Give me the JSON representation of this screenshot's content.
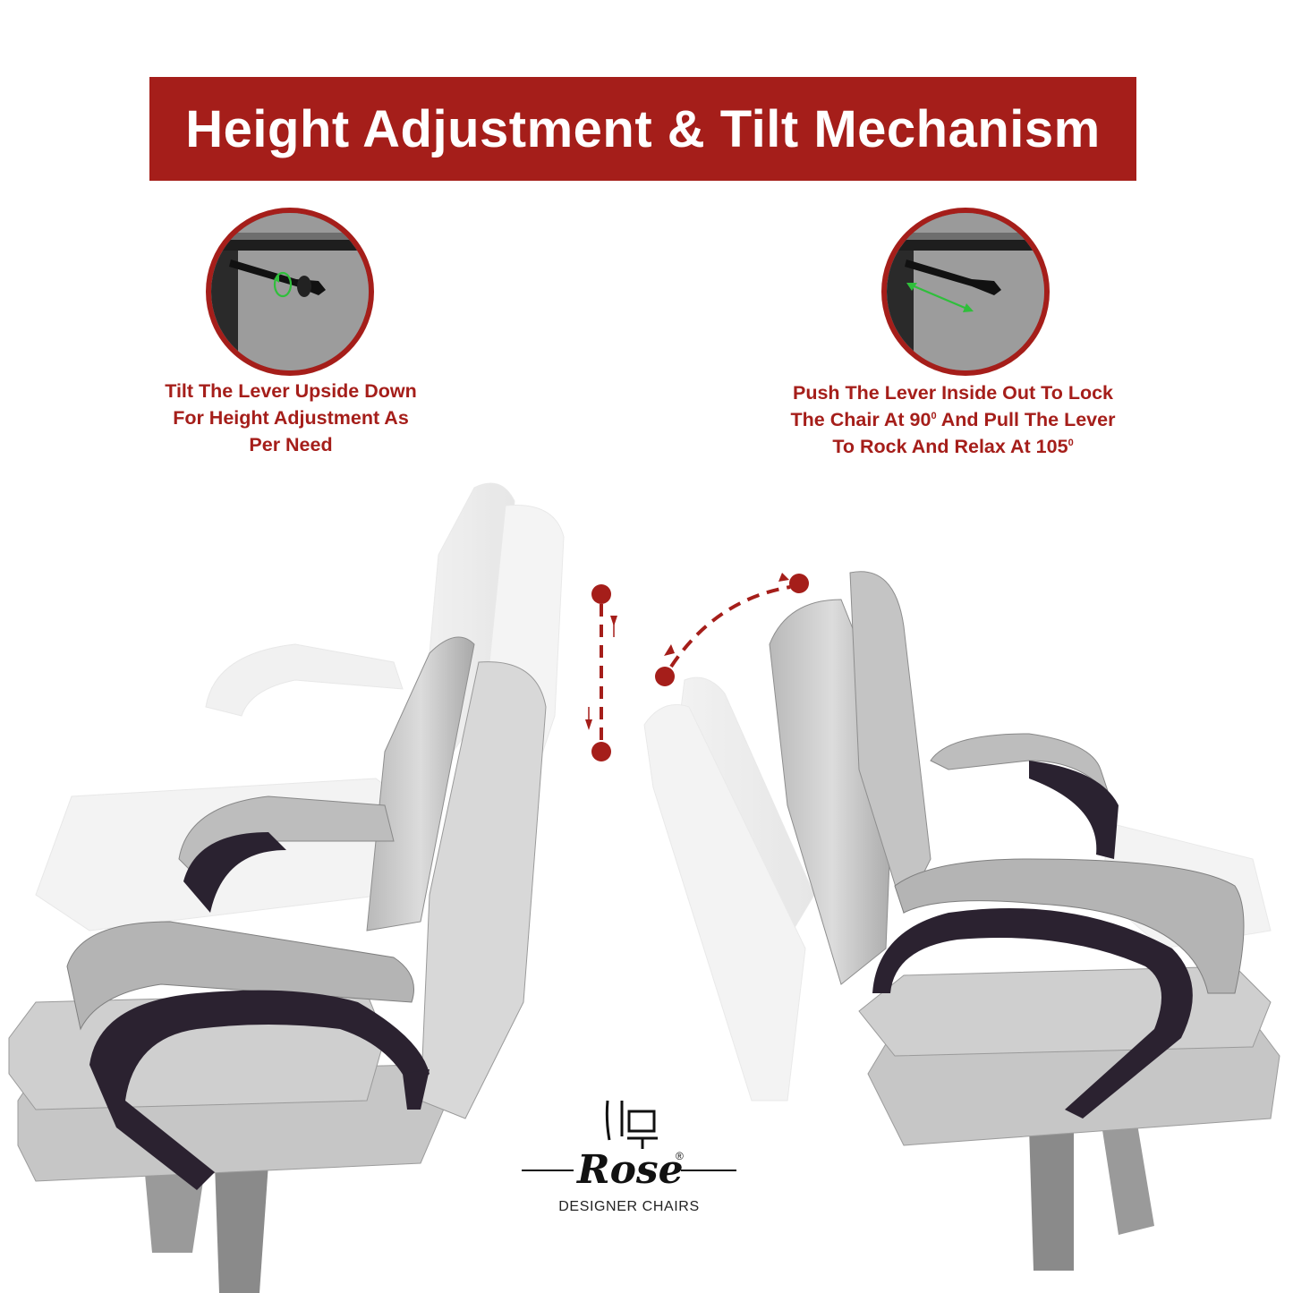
{
  "banner": {
    "title": "Height Adjustment & Tilt Mechanism",
    "color": "#a51e1a"
  },
  "left_callout": {
    "icon": "rotate-arrow-icon",
    "caption_lines": [
      "Tilt The Lever Upside Down",
      "For Height Adjustment As",
      "Per Need"
    ]
  },
  "right_callout": {
    "icon": "push-pull-arrow-icon",
    "caption_line1": "Push The Lever Inside Out To Lock",
    "caption_line2_a": "The Chair At 90",
    "caption_line2_sup": "0",
    "caption_line2_b": " And Pull The Lever",
    "caption_line3_a": "To Rock And Relax At 105",
    "caption_line3_sup": "0"
  },
  "illustration": {
    "left_chair": "height-adjustment-chair",
    "right_chair": "tilt-chair",
    "height_indicator": "vertical-dashed-arrow-icon",
    "tilt_indicator": "curved-dashed-arrow-icon",
    "accent_color": "#a51e1a"
  },
  "logo": {
    "brand": "Rose",
    "tagline": "DESIGNER CHAIRS",
    "registered": "®"
  }
}
